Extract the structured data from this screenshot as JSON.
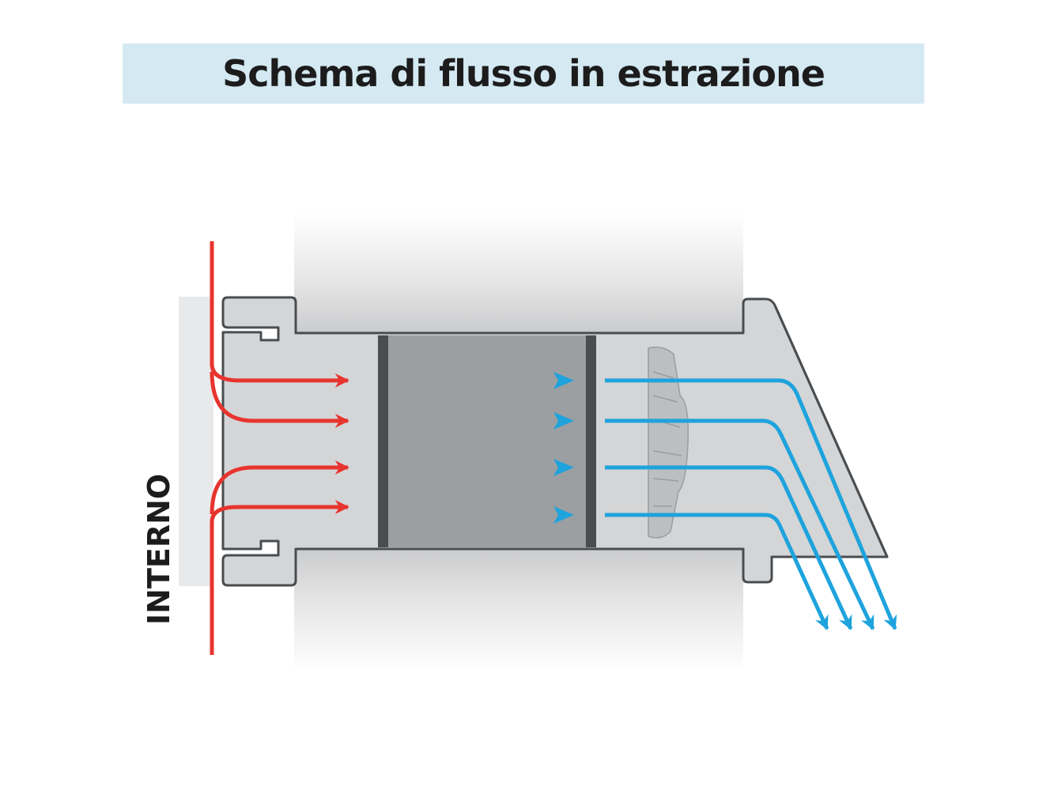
{
  "title": "Schema di flusso in estrazione",
  "side_label": "INTERNO",
  "colors": {
    "title_band": "#d5e9f2",
    "warm_flow": "#e8342e",
    "cold_flow": "#1ea3dd",
    "housing": "#d4d5d6",
    "core": "#9b9fa2",
    "outline": "#4a4d50"
  },
  "flows": {
    "inlet_arrows": 4,
    "core_arrows": 4,
    "outlet_arrows": 4
  }
}
